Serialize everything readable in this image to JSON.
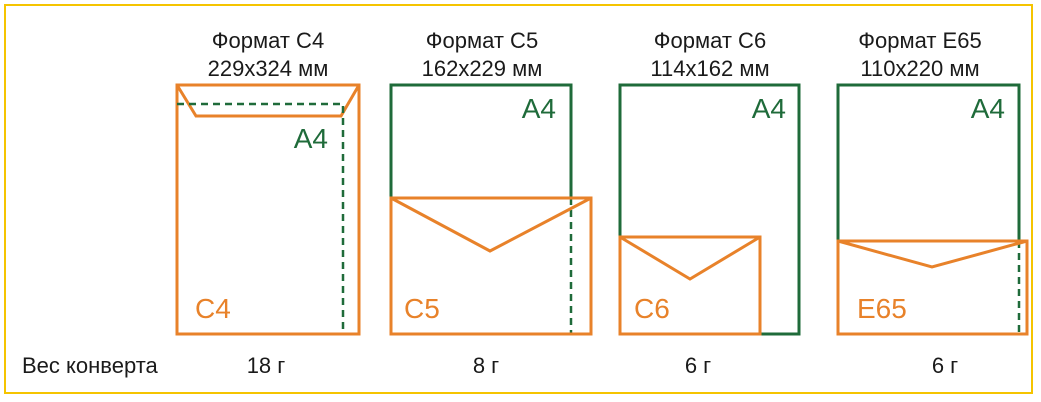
{
  "colors": {
    "frame": "#f5c400",
    "a4_sheet": "#1f6b3a",
    "envelope": "#e8822a",
    "text": "#1a1a1a"
  },
  "formats": [
    {
      "title": "Формат С4",
      "size": "229x324 мм",
      "sheet_label": "A4",
      "envelope_label": "C4",
      "weight": "18 г"
    },
    {
      "title": "Формат С5",
      "size": "162x229 мм",
      "sheet_label": "A4",
      "envelope_label": "C5",
      "weight": "8 г"
    },
    {
      "title": "Формат С6",
      "size": "114x162 мм",
      "sheet_label": "A4",
      "envelope_label": "C6",
      "weight": "6 г"
    },
    {
      "title": "Формат Е65",
      "size": "110x220 мм",
      "sheet_label": "A4",
      "envelope_label": "E65",
      "weight": "6 г"
    }
  ],
  "weight_label": "Вес конверта"
}
